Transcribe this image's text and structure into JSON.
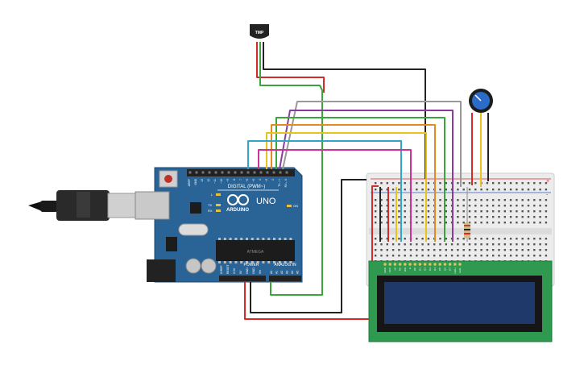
{
  "sensor": {
    "label": "TMP"
  },
  "arduino": {
    "brand": "ARDUINO",
    "model": "UNO",
    "digital_header": "DIGITAL (PWM~)",
    "power_header": "POWER",
    "analog_header": "ANALOG IN",
    "led_l": "L",
    "led_tx": "TX",
    "led_rx": "RX",
    "led_on": "ON",
    "chip_mark": "ATMEGA",
    "power_pins": [
      "IOREF",
      "RESET",
      "3.3V",
      "5V",
      "GND",
      "GND",
      "Vin"
    ],
    "analog_pins": [
      "A0",
      "A1",
      "A2",
      "A3",
      "A4",
      "A5"
    ],
    "digital_pins": [
      "AREF",
      "GND",
      "13",
      "12",
      "~11",
      "~10",
      "~9",
      "8",
      "7",
      "~6",
      "~5",
      "4",
      "~3",
      "2",
      "TX→1",
      "RX←0"
    ]
  },
  "breadboard": {
    "plus": "+",
    "minus": "-"
  },
  "lcd": {
    "pins": [
      "GND",
      "VCC",
      "V0",
      "RS",
      "RW",
      "E",
      "D0",
      "D1",
      "D2",
      "D3",
      "D4",
      "D5",
      "D6",
      "D7",
      "LED+",
      "LED-"
    ]
  },
  "colors": {
    "board": "#2a6496",
    "wire_red": "#d42a2a",
    "wire_black": "#222222",
    "wire_green": "#3aa53a",
    "wire_gray": "#999999",
    "wire_purple": "#8a3aa0",
    "wire_orange": "#e58a1e",
    "wire_yellow": "#e8c31a",
    "wire_cyan": "#31a6c8",
    "wire_pink": "#cc3399",
    "lcd_pcb": "#2f9a4f",
    "lcd_screen": "#1f3a6a"
  }
}
